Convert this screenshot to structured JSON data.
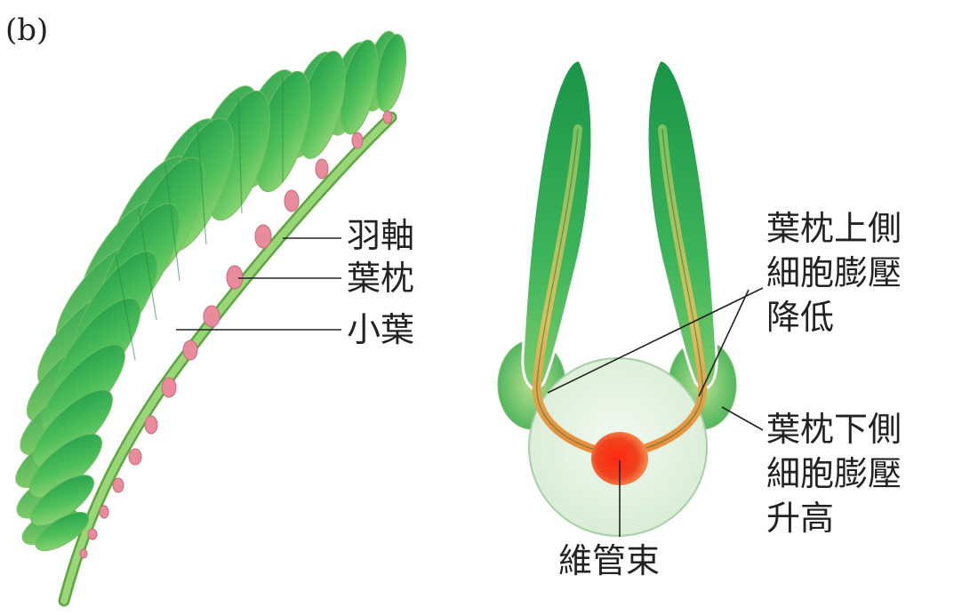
{
  "figure_label": "(b)",
  "labels": {
    "rachis": "羽軸",
    "pulvinus": "葉枕",
    "leaflet": "小葉",
    "upper_side": [
      "葉枕上側",
      "細胞膨壓",
      "降低"
    ],
    "lower_side": [
      "葉枕下側",
      "細胞膨壓",
      "升高"
    ],
    "vascular_bundle": "維管束"
  },
  "colors": {
    "leaf_dark": "#1f9a4c",
    "leaf_light": "#9bd77a",
    "rachis": "#8fcf6a",
    "pulvinus": "#e58a9a",
    "stem_fill": "#e4f2e2",
    "vascular_core": "#ee2a1a"
  }
}
